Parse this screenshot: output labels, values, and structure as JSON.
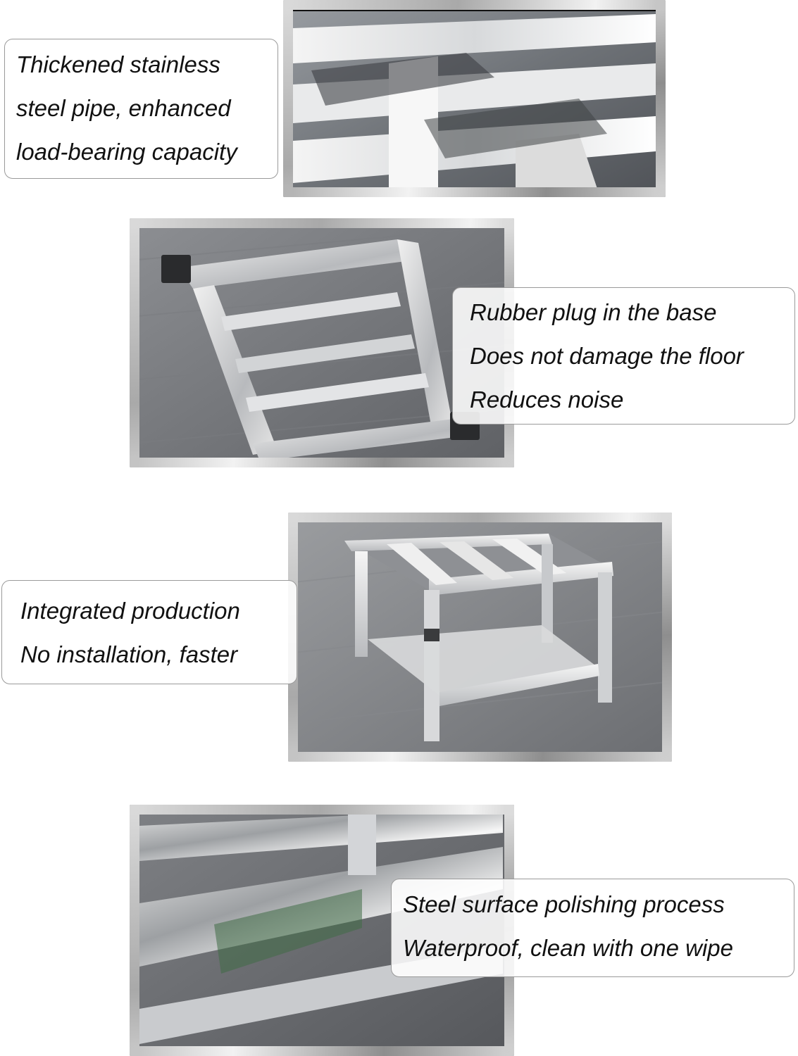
{
  "panels": [
    {
      "lines": [
        "Thickened stainless",
        "steel pipe, enhanced",
        "load-bearing capacity"
      ]
    },
    {
      "lines": [
        "Rubber plug in the base",
        "Does not damage the floor",
        "Reduces noise"
      ]
    },
    {
      "lines": [
        "Integrated production",
        "No installation, faster"
      ]
    },
    {
      "lines": [
        "Steel surface polishing process",
        "Waterproof, clean with one wipe"
      ]
    }
  ]
}
